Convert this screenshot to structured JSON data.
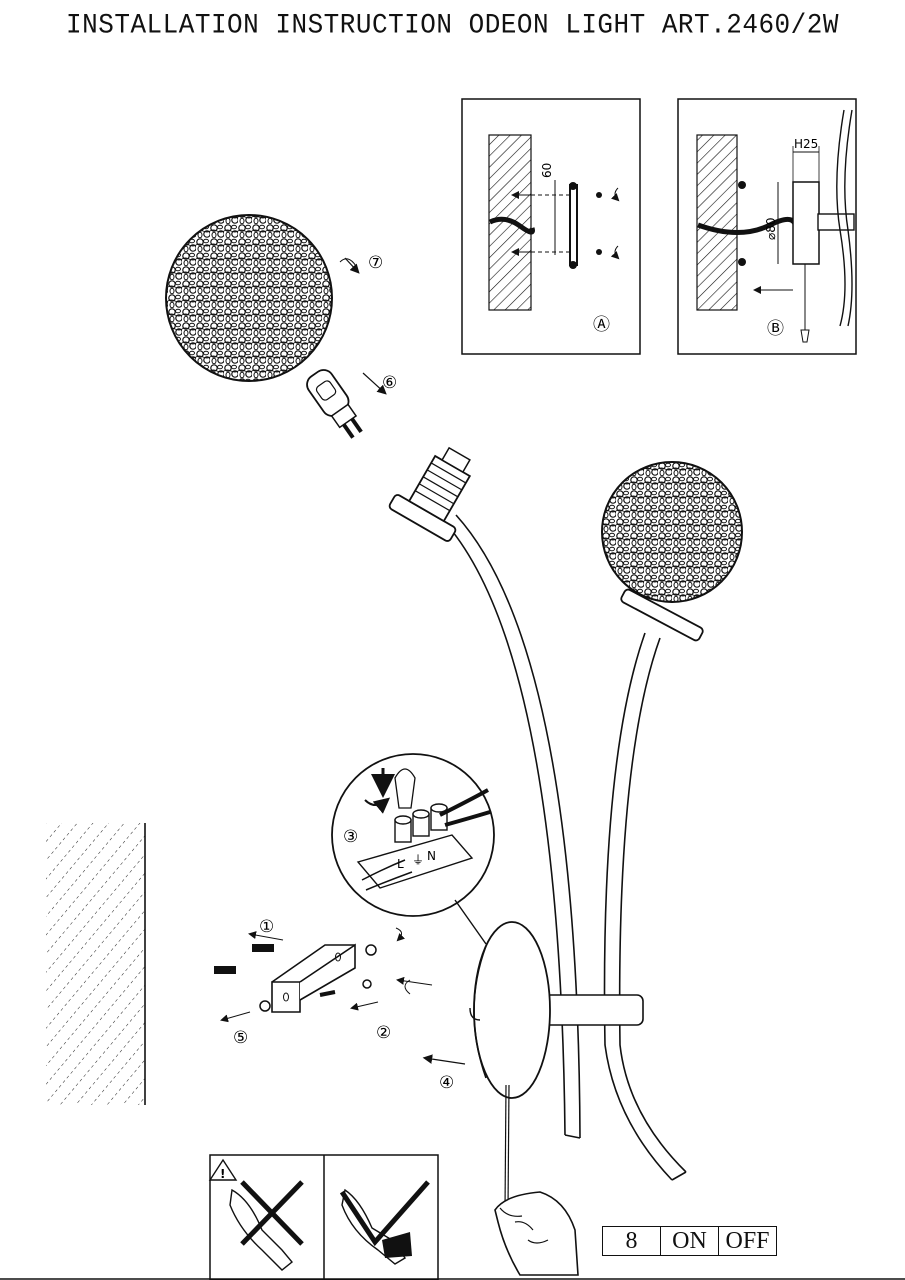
{
  "title": "INSTALLATION INSTRUCTION ODEON LIGHT ART.2460/2W",
  "steps": {
    "s1": "①",
    "s2": "②",
    "s3": "③",
    "s4": "④",
    "s5": "⑤",
    "s6": "⑥",
    "s7": "⑦"
  },
  "panel_a": {
    "label": "Ⓐ",
    "dimension": "60"
  },
  "panel_b": {
    "label": "Ⓑ",
    "dim_height": "H25",
    "dim_diameter": "⌀80"
  },
  "terminal": {
    "l": "L",
    "earth": "⏚",
    "n": "N"
  },
  "warning_symbol": "!",
  "switch_table": {
    "number": "8",
    "on": "ON",
    "off": "OFF"
  }
}
